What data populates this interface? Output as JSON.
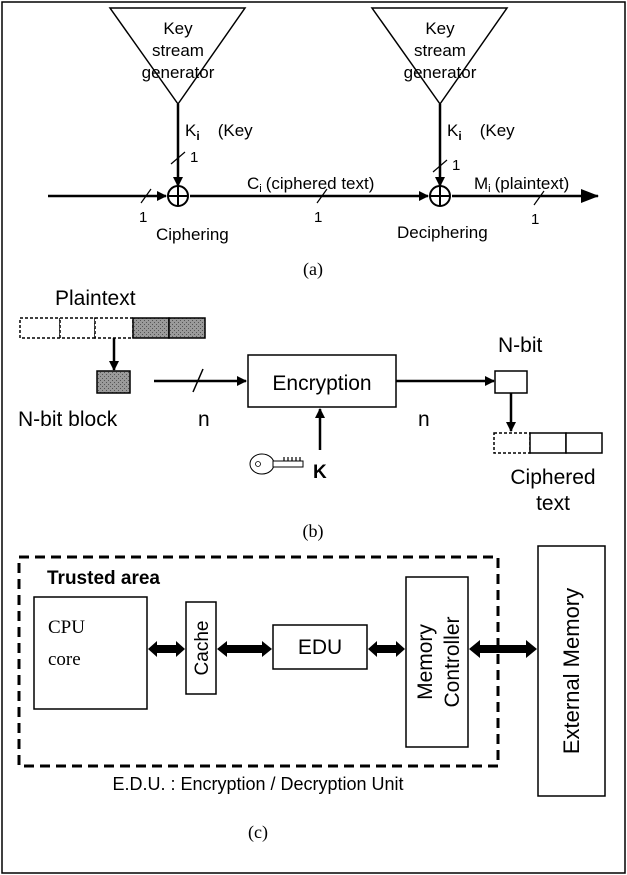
{
  "panel_a": {
    "generator_left": {
      "line1": "Key",
      "line2": "stream",
      "line3": "generator"
    },
    "generator_right": {
      "line1": "Key",
      "line2": "stream",
      "line3": "generator"
    },
    "key_left": {
      "sym": "K",
      "sub": "i",
      "label": "(Key"
    },
    "key_right": {
      "sym": "K",
      "sub": "i",
      "label": "(Key"
    },
    "bit_width_labels": {
      "key_left": "1",
      "key_right": "1",
      "input": "1",
      "ciphered": "1",
      "output": "1"
    },
    "ciphered_text": {
      "sym": "C",
      "sub": "i",
      "label": "(ciphered text)"
    },
    "plaintext_out": {
      "sym": "M",
      "sub": "i",
      "label": "(plaintext)"
    },
    "ciphering": "Ciphering",
    "deciphering": "Deciphering",
    "caption": "(a)"
  },
  "panel_b": {
    "plaintext": "Plaintext",
    "nbit_block": "N-bit block",
    "n_left": "n",
    "encryption": "Encryption",
    "key": "K",
    "n_right": "n",
    "nbit": "N-bit",
    "ciphered_line1": "Ciphered",
    "ciphered_line2": "text",
    "caption": "(b)"
  },
  "panel_c": {
    "trusted_area": "Trusted area",
    "cpu_line1": "CPU",
    "cpu_line2": "core",
    "cache": "Cache",
    "edu": "EDU",
    "memory_controller_line1": "Memory",
    "memory_controller_line2": "Controller",
    "external_memory": "External Memory",
    "legend": "E.D.U. : Encryption / Decryption Unit",
    "caption": "(c)"
  }
}
